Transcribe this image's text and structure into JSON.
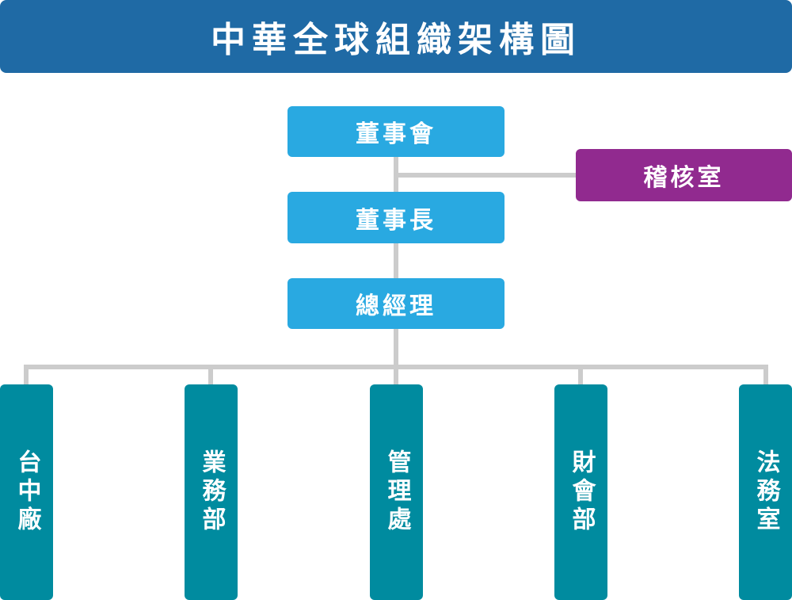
{
  "title": "中華全球組織架構圖",
  "nodes": {
    "board": "董事會",
    "audit": "稽核室",
    "chairman": "董事長",
    "general_manager": "總經理"
  },
  "departments": [
    "台中廠",
    "業務部",
    "管理處",
    "財會部",
    "法務室"
  ],
  "colors": {
    "title_bar": "#1f6aa5",
    "top_nodes": "#29a9e1",
    "audit_node": "#912a8f",
    "department_nodes": "#008b9f",
    "connector": "#cccccc"
  }
}
